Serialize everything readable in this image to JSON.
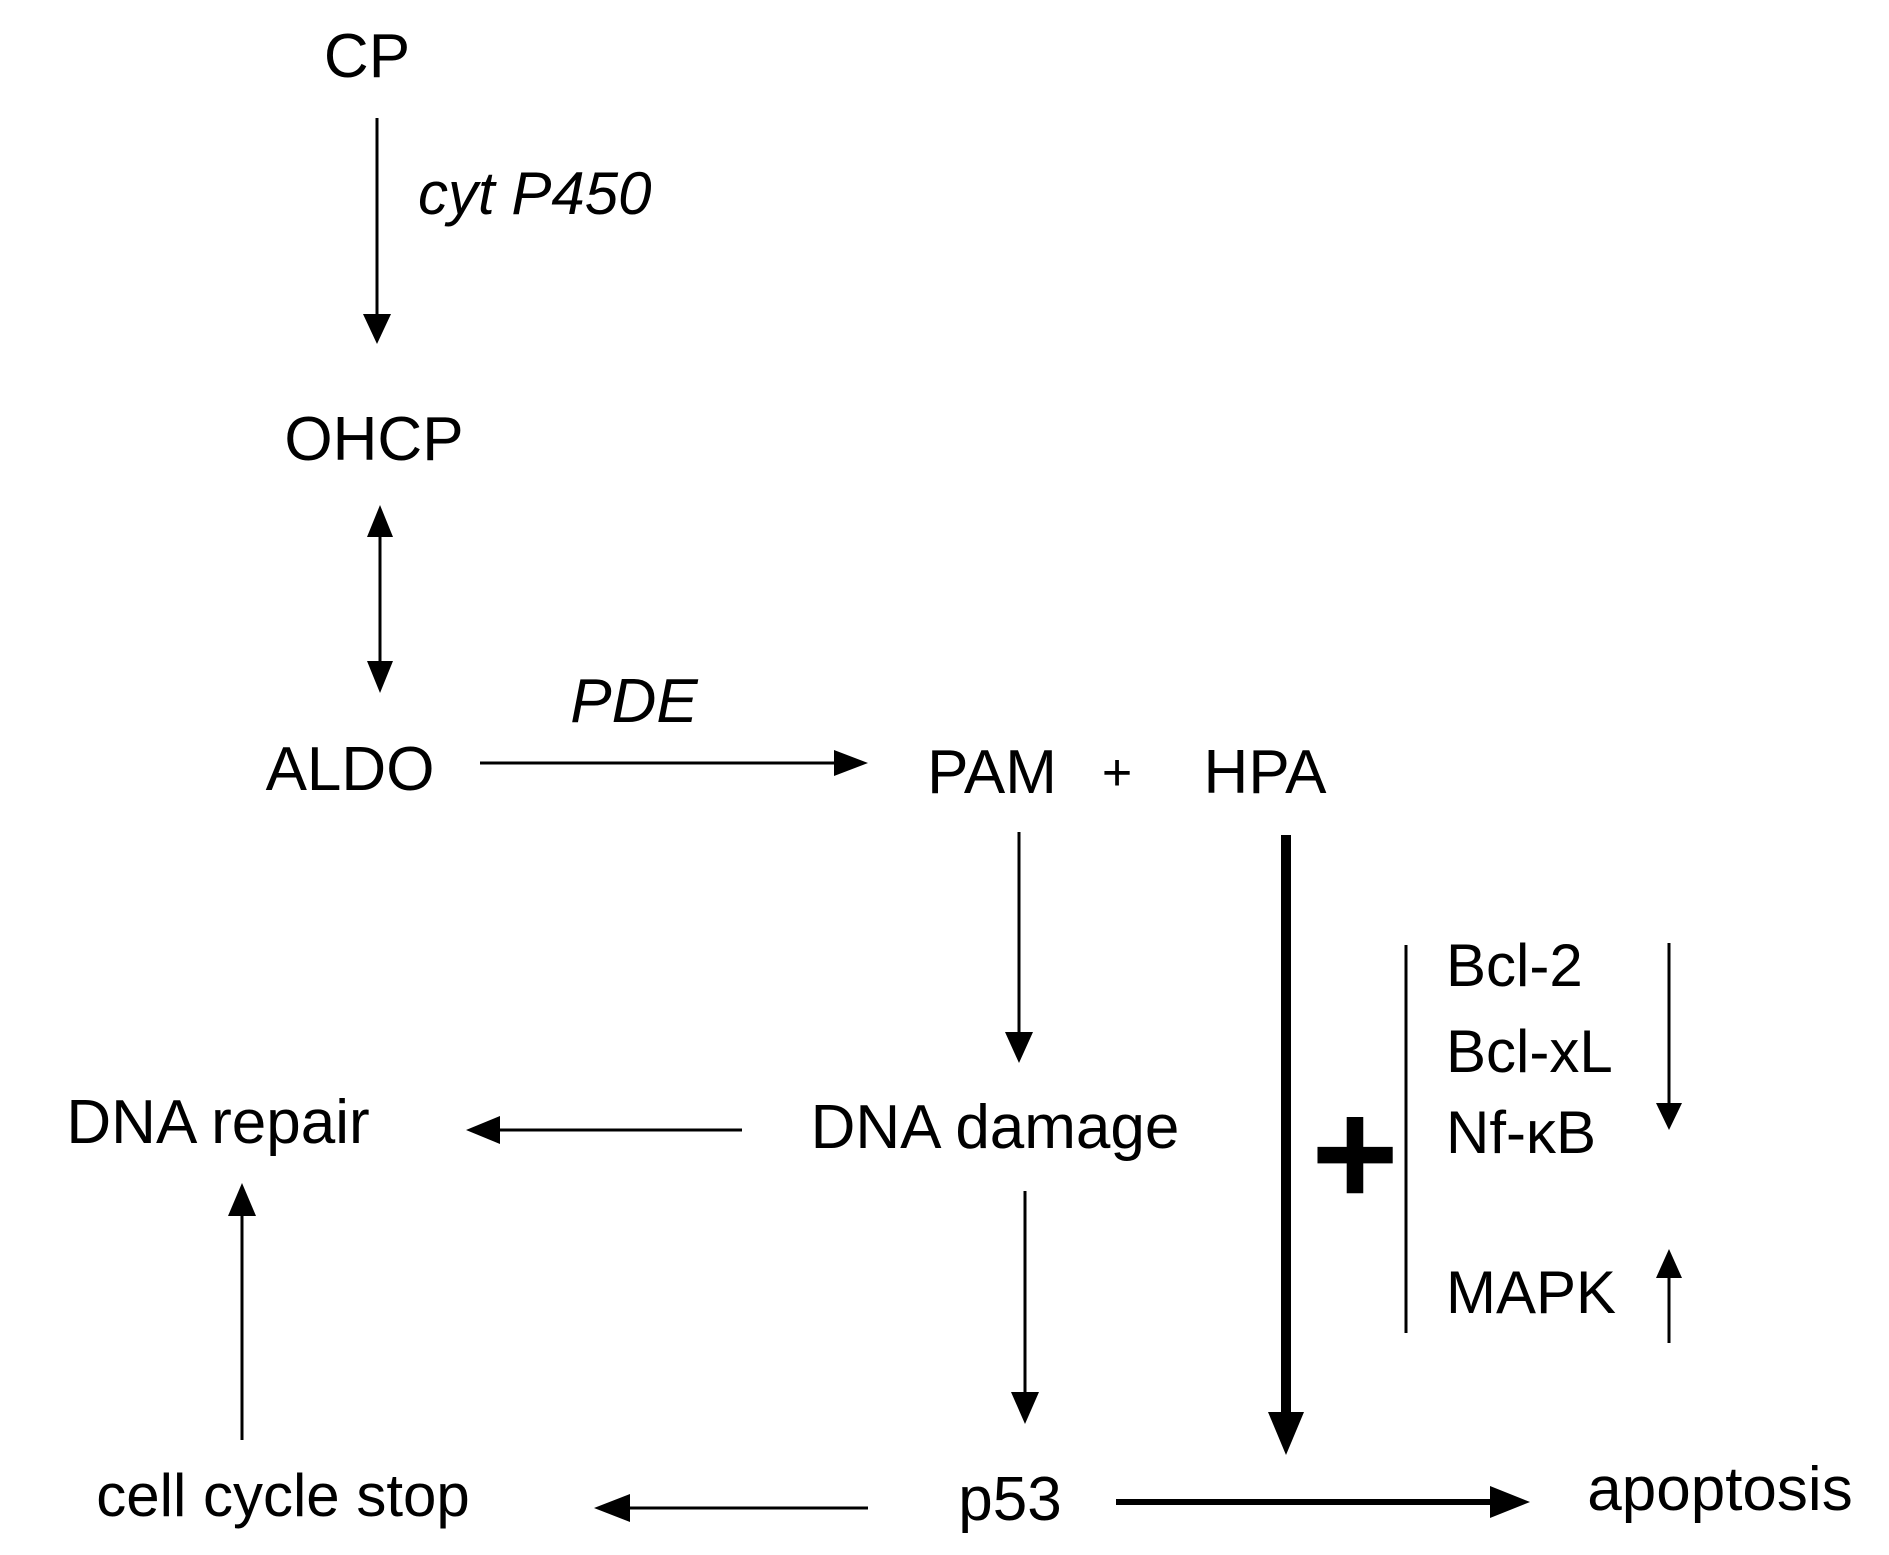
{
  "colors": {
    "ink": "#000000",
    "background": "#ffffff"
  },
  "nodes": {
    "cp": "CP",
    "ohcp": "OHCP",
    "aldo": "ALDO",
    "pam": "PAM",
    "plus_small": "+",
    "hpa": "HPA",
    "dna_damage": "DNA damage",
    "dna_repair": "DNA repair",
    "p53": "p53",
    "cell_cycle_stop": "cell cycle stop",
    "apoptosis": "apoptosis"
  },
  "enzymes": {
    "cyt_p450": "cyt P450",
    "pde": "PDE"
  },
  "modulators": {
    "plus_big": "+",
    "down_regulated": [
      "Bcl-2",
      "Bcl-xL",
      "Nf-κB"
    ],
    "up_regulated": "MAPK"
  }
}
